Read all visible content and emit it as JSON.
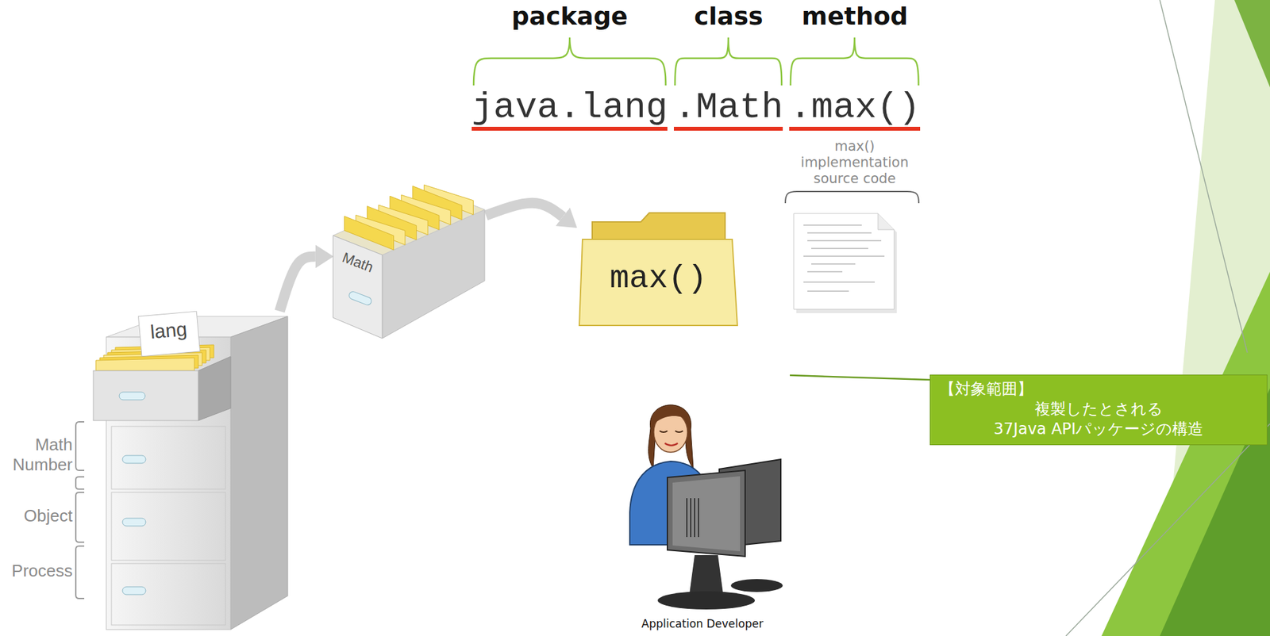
{
  "diagram": {
    "nodes": [
      {
        "text": [
          "lang"
        ]
      },
      {
        "text": [
          "Math"
        ]
      },
      {
        "text": [
          "max()"
        ]
      },
      {
        "text": [
          "【対象範囲】",
          "複製したとされる",
          "37Java APIパッケージの構造"
        ]
      }
    ],
    "edges": [
      {
        "from": 0,
        "to": 1,
        "arrow": "to"
      },
      {
        "from": 1,
        "to": 2,
        "arrow": "to"
      }
    ],
    "labels": [
      "package",
      "class",
      "method",
      "java.lang",
      ".Math",
      ".max()",
      "max() implementation source code",
      "Math",
      "Number",
      "Object",
      "Process",
      "Application Developer"
    ]
  }
}
